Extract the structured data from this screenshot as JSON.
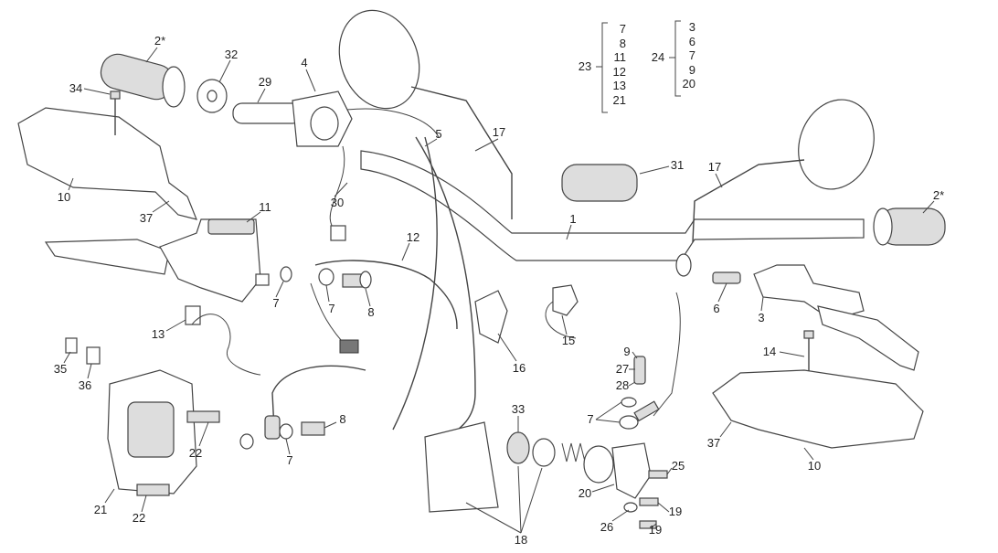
{
  "diagram": {
    "type": "exploded parts diagram",
    "callouts": [
      "2*",
      "32",
      "4",
      "29",
      "34",
      "5",
      "17",
      "10",
      "37",
      "11",
      "30",
      "12",
      "31",
      "17",
      "1",
      "2*",
      "7",
      "7",
      "8",
      "13",
      "16",
      "15",
      "6",
      "3",
      "14",
      "35",
      "36",
      "9",
      "27",
      "28",
      "7",
      "33",
      "8",
      "22",
      "7",
      "37",
      "10",
      "25",
      "20",
      "21",
      "19",
      "22",
      "26",
      "19",
      "18"
    ],
    "kits": [
      {
        "number": "23",
        "items": [
          "7",
          "8",
          "11",
          "12",
          "13",
          "21"
        ]
      },
      {
        "number": "24",
        "items": [
          "3",
          "6",
          "7",
          "9",
          "20"
        ]
      }
    ]
  }
}
